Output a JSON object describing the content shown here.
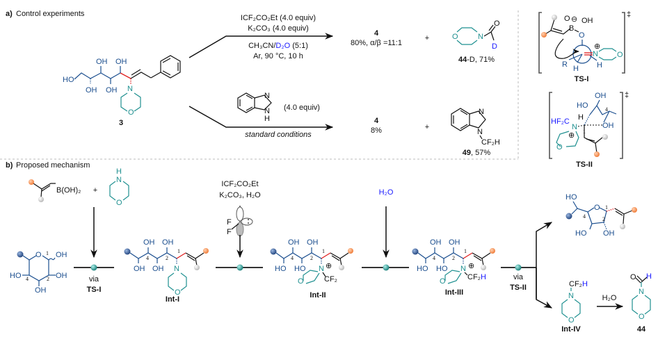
{
  "panel_a": {
    "label": "a)",
    "title": "Control experiments",
    "compound_3": {
      "label": "3",
      "ho": "HO",
      "oh": "OH",
      "n": "N",
      "o": "O"
    },
    "reaction_1": {
      "reagent_1": "ICF₂CO₂Et (4.0 equiv)",
      "reagent_2": "K₂CO₃ (4.0 equiv)",
      "solvent_prefix": "CH₃CN/",
      "solvent_d2o": "D₂O",
      "solvent_ratio": " (5:1)",
      "conditions": "Ar, 90 °C, 10 h",
      "product": "4",
      "product_yield": "80%,  α/β =11:1",
      "plus": "+",
      "byproduct_atoms": {
        "o": "O",
        "n": "N",
        "d": "D"
      },
      "byproduct_label": "44",
      "byproduct_suffix": "-D, 71%"
    },
    "reaction_2": {
      "reagent_atoms": {
        "n": "N",
        "h": "H"
      },
      "reagent_equiv": "(4.0 equiv)",
      "conditions": "standard conditions",
      "product": "4",
      "product_yield": "8%",
      "plus": "+",
      "byproduct_atoms": {
        "n": "N",
        "cf2h": "CF₂H"
      },
      "byproduct_label": "49",
      "byproduct_suffix": ", 57%"
    },
    "ts_1": {
      "label": "TS-I",
      "dagger": "‡",
      "o1": "O",
      "minus": "⊖",
      "oh": "OH",
      "b": "B",
      "o2": "O",
      "n": "N",
      "plus": "⊕",
      "o3": "O",
      "r": "R",
      "h1": "H",
      "h2": "H"
    },
    "ts_2": {
      "label": "TS-II",
      "dagger": "‡",
      "hf2c": "HF₂C",
      "n": "N",
      "plus": "⊕",
      "o": "O",
      "h": "H",
      "oh1": "OH",
      "ho": "HO",
      "oh2": "OH",
      "c1": "1",
      "c4": "4"
    }
  },
  "panel_b": {
    "label": "b)",
    "title": "Proposed mechanism",
    "boronic_acid": "B(OH)₂",
    "plus": "+",
    "morpholine": {
      "h": "H",
      "n": "N",
      "o": "O"
    },
    "sugar": {
      "o": "O",
      "oh": "OH",
      "ho": "HO",
      "c1": "1",
      "c2": "2",
      "c4": "4"
    },
    "step_1": {
      "via": "via",
      "ts": "TS-I"
    },
    "int_1": {
      "label": "Int-I",
      "oh": "OH",
      "n": "N",
      "o": "O",
      "c1": "1",
      "c2": "2",
      "c4": "4"
    },
    "step_2": {
      "reagent_1": "ICF₂CO₂Et",
      "reagent_2": "K₂CO₃, H₂O",
      "f1": "F",
      "f2": "F"
    },
    "int_2": {
      "label": "Int-II",
      "oh": "OH",
      "ho": "HO",
      "n": "N",
      "o": "O",
      "plus": "⊕",
      "cf2": "CF₂",
      "c1": "1",
      "c2": "2",
      "c4": "4"
    },
    "step_3": {
      "reagent": "H₂O"
    },
    "int_3": {
      "label": "Int-III",
      "oh": "OH",
      "ho": "HO",
      "n": "N",
      "o": "O",
      "plus": "⊕",
      "cf2": "CF₂",
      "h": "H",
      "c1": "1",
      "c2": "2",
      "c4": "4"
    },
    "step_4": {
      "via": "via",
      "ts": "TS-II"
    },
    "furanose": {
      "ho": "HO",
      "o": "O",
      "oh": "OH",
      "c1": "1",
      "c2": "2",
      "c4": "4"
    },
    "int_4": {
      "label": "Int-IV",
      "cf2": "CF₂",
      "h": "H",
      "n": "N",
      "o": "O"
    },
    "step_5": {
      "reagent": "H₂O"
    },
    "product_44": {
      "label": "44",
      "o1": "O",
      "h": "H",
      "n": "N",
      "o2": "O"
    }
  },
  "colors": {
    "sugar": "#1c4f8f",
    "morpholine": "#1f9090",
    "new_bond": "#e02020",
    "deuterium": "#1a1aff",
    "orange_group": "#f28c4e",
    "gray_group": "#cfcfcf"
  }
}
